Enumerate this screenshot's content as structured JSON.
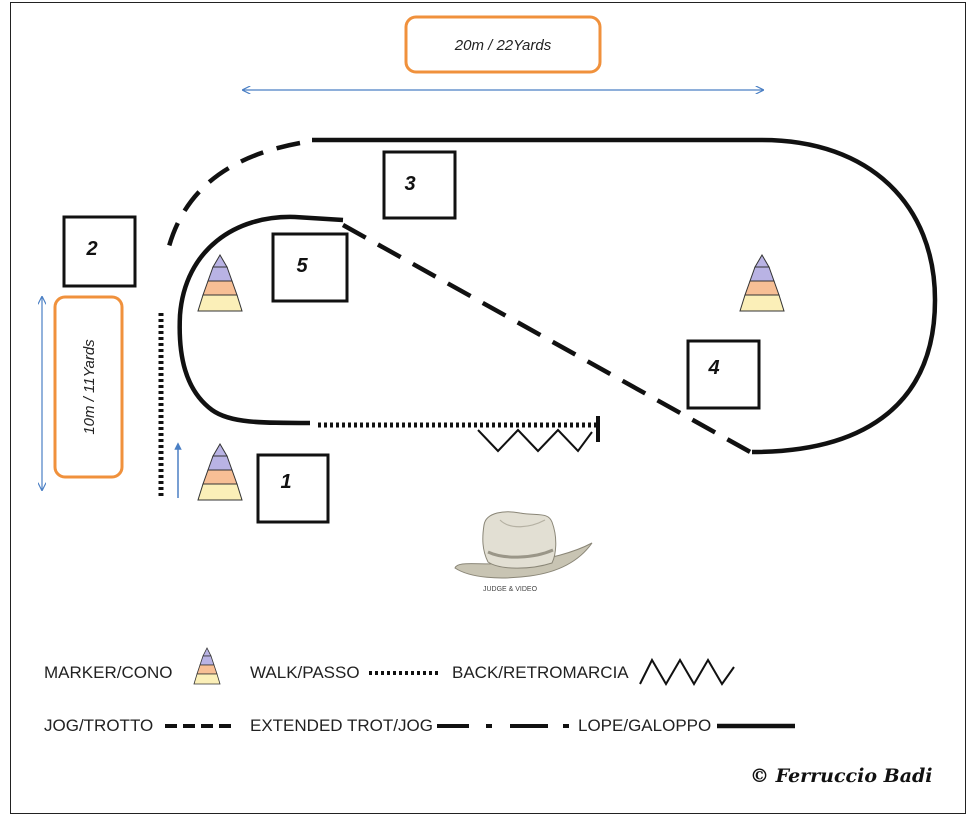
{
  "dimensions": {
    "width_label": "20m / 22Yards",
    "height_label": "10m / 11Yards"
  },
  "markers": [
    "1",
    "2",
    "3",
    "4",
    "5"
  ],
  "judge_label": "JUDGE & VIDEO",
  "legend": {
    "marker": "MARKER/CONO",
    "walk": "WALK/PASSO",
    "back": "BACK/RETROMARCIA",
    "jog": "JOG/TROTTO",
    "extended": "EXTENDED TROT/JOG",
    "lope": "LOPE/GALOPPO"
  },
  "copyright": "© Ferruccio Badi",
  "colors": {
    "orange_box": "#f0913c",
    "arrow_blue": "#4a7fc4",
    "cone_purple": "#b9b3e4",
    "cone_orange": "#f7bf95",
    "cone_yellow": "#fbefb8"
  }
}
